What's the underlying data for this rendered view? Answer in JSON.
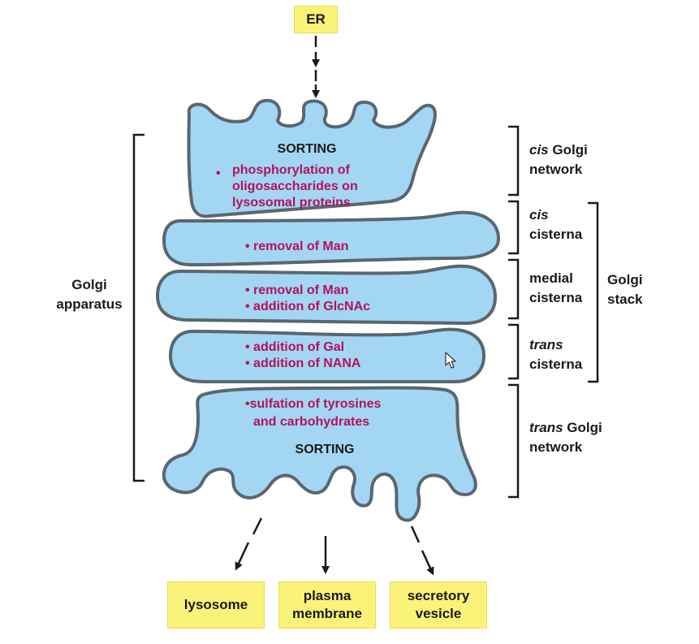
{
  "colors": {
    "cisterna_fill": "#a3d6f2",
    "cisterna_stroke": "#5a6670",
    "enzyme_text": "#b3125e",
    "box_fill": "#fbf27a",
    "label_text": "#1a1a1a"
  },
  "er": {
    "label": "ER"
  },
  "cis_network": {
    "heading": "SORTING",
    "bullet": "•",
    "lines": [
      "phosphorylation of",
      "oligosaccharides on",
      "lysosomal proteins"
    ]
  },
  "cis_cisterna": {
    "lines": [
      "• removal of Man"
    ]
  },
  "medial_cisterna": {
    "lines": [
      "• removal of Man",
      "• addition of GlcNAc"
    ]
  },
  "trans_cisterna": {
    "lines": [
      "• addition of Gal",
      "• addition of NANA"
    ]
  },
  "trans_network": {
    "lines": [
      "•sulfation of tyrosines",
      "and carbohydrates"
    ],
    "heading": "SORTING"
  },
  "left_label": {
    "lines": [
      "Golgi",
      "apparatus"
    ]
  },
  "right_labels": {
    "cis_network": {
      "italic": "cis",
      "rest": " Golgi",
      "line2": "network"
    },
    "cis_cisterna": {
      "italic": "cis",
      "line2": "cisterna"
    },
    "medial_cisterna": {
      "line1": "medial",
      "line2": "cisterna"
    },
    "trans_cisterna": {
      "italic": "trans",
      "line2": "cisterna"
    },
    "trans_network": {
      "italic": "trans",
      "rest": " Golgi",
      "line2": "network"
    },
    "golgi_stack": {
      "line1": "Golgi",
      "line2": "stack"
    }
  },
  "destinations": {
    "lysosome": "lysosome",
    "plasma_membrane": [
      "plasma",
      "membrane"
    ],
    "secretory_vesicle": [
      "secretory",
      "vesicle"
    ]
  },
  "icons": {
    "cursor": "mouse-pointer-icon"
  }
}
